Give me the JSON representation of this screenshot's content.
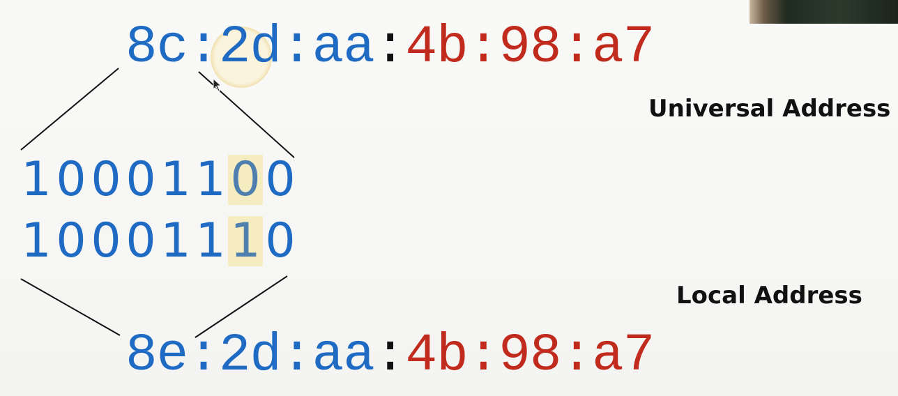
{
  "universal_mac": {
    "blue_part": "8c:2d:aa",
    "separator": ":",
    "red_part": "4b:98:a7"
  },
  "local_mac": {
    "blue_part": "8e:2d:aa",
    "separator": ":",
    "red_part": "4b:98:a7"
  },
  "binary_rows": [
    [
      "1",
      "0",
      "0",
      "0",
      "1",
      "1",
      "0",
      "0"
    ],
    [
      "1",
      "0",
      "0",
      "0",
      "1",
      "1",
      "1",
      "0"
    ]
  ],
  "labels": {
    "universal": "Universal Address",
    "local": "Local Address"
  },
  "colors": {
    "oui": "#1f6bc4",
    "nic": "#c02b1d",
    "highlight": "#f6ecc2"
  }
}
